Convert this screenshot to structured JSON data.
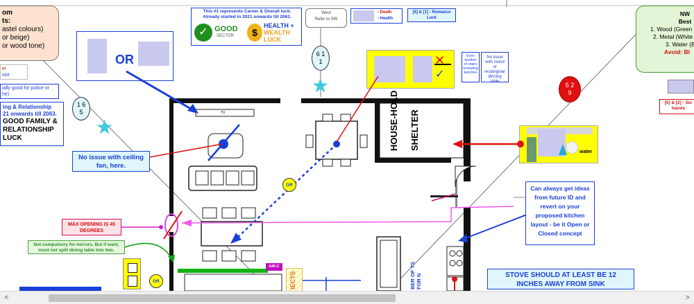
{
  "left_note": {
    "line1": "om",
    "line2": "ts:",
    "line3": "astel colours)",
    "line4": "or beige)",
    "line5": "or wood tone)"
  },
  "left_red_small": "er",
  "left_red_small2": "sist",
  "left_blue_note": "ially good for police or",
  "left_blue_note2": "he).",
  "family_box": {
    "line1": "ing & Relationship",
    "line2": "21 onwards till 2063.",
    "line3": "GOOD FAMILY &",
    "line4": "RELATIONSHIP",
    "line5": "LUCK"
  },
  "or_label": "OR",
  "left_circle": {
    "top": "1 6",
    "bottom": "5"
  },
  "career_box": {
    "line1": "This #1 represents Career & Overall luck.",
    "line2": "Already started in 2021 onwards till 2063.",
    "good_label": "GOOD",
    "sector_label": "SECTOR",
    "health_label": "HEALTH +",
    "wealth_label": "WEALTH",
    "luck_label": "LUCK",
    "dollar": "$"
  },
  "west_box": {
    "line1": "West",
    "line2": "Refer to SW"
  },
  "death_box": {
    "line1": "- Death",
    "line2": "- Health"
  },
  "romance_box": {
    "line1": "[6] & [1] - Romance",
    "line2": "Luck"
  },
  "top_circle": {
    "top": "6 1",
    "bottom": "1"
  },
  "chairs_note": "Even number of chairs excluding benches",
  "round_table_note": "No issue with round or rectangular dinning table",
  "red_circle": {
    "top": "5 2",
    "bottom": "9"
  },
  "nw_box": {
    "title": "NW",
    "best": "Best",
    "item1": "1. Wood (Green",
    "item2": "2. Metal (White",
    "item3": "3. Water (Bl",
    "avoid": "Avoid: Bl"
  },
  "nw_red_note": {
    "line1": "[5] & [2] - Sic",
    "line2": "hands"
  },
  "water_label": "water",
  "tv_label": "TV",
  "ceiling_note": "No issue with ceiling fan, here.",
  "household_shelter": {
    "line1": "HOUSE-HOLD",
    "line2": "SHELTER"
  },
  "or_small": "OR",
  "or_small2": "OR",
  "kitchen_note": "Can always get ideas from future ID and revert on your proposed kitchen layout - be it Open or Closed concept",
  "max_opening": "MAX OPENING IS 45 DEGREES",
  "mirror_note": "Not compulsory for mirrors. But if want, must not split dining table into two.",
  "aircon_label": "AIR-C",
  "objects_label": "IECTS",
  "rotated_note": "BER OF TS FOR N",
  "stove_note": "STOVE SHOULD AT LEAST BE 12 INCHES AWAY FROM SINK",
  "scroll": {
    "left": "<",
    "right": ">"
  }
}
